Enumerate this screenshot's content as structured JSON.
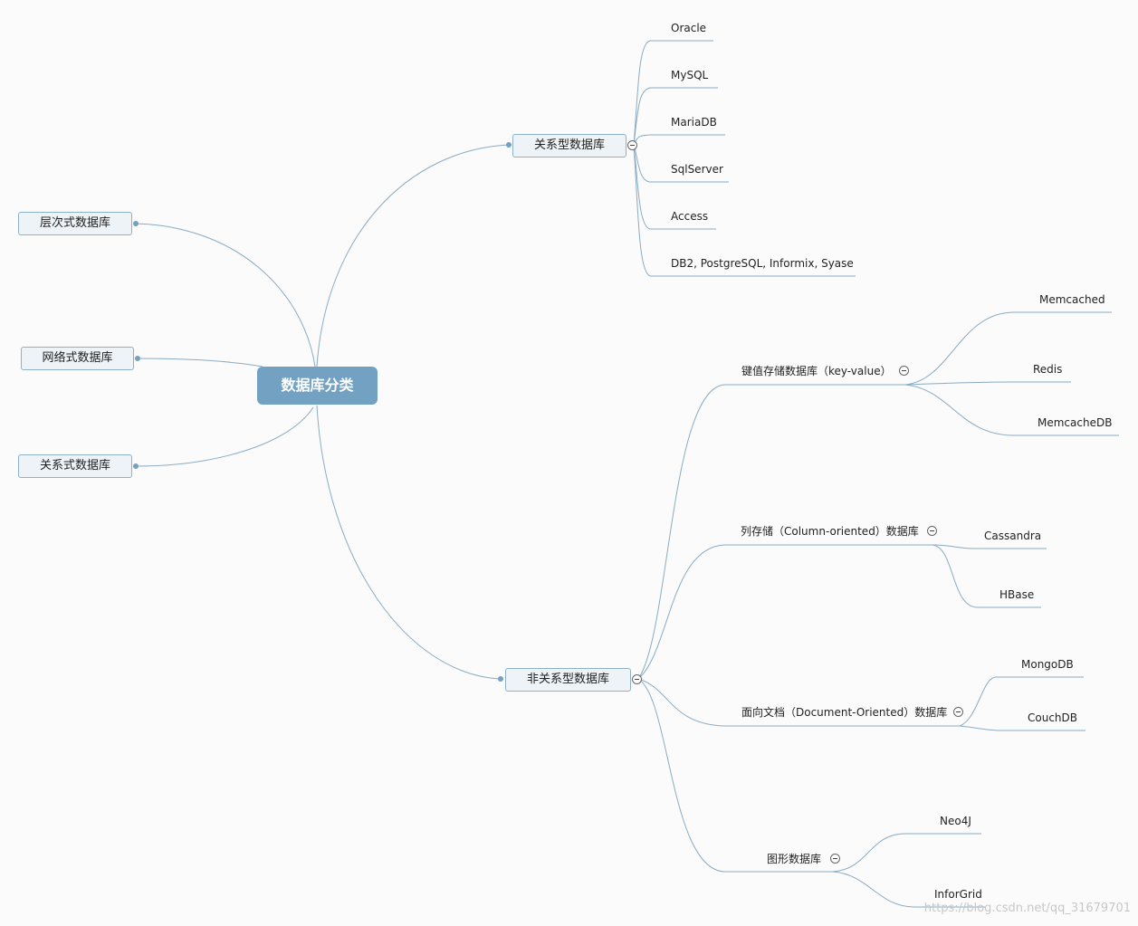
{
  "root": {
    "label": "数据库分类"
  },
  "left_nodes": [
    {
      "label": "层次式数据库"
    },
    {
      "label": "网络式数据库"
    },
    {
      "label": "关系式数据库"
    }
  ],
  "relational": {
    "label": "关系型数据库",
    "children": [
      "Oracle",
      "MySQL",
      "MariaDB",
      "SqlServer",
      "Access",
      "DB2, PostgreSQL, Informix, Syase"
    ]
  },
  "nonrelational": {
    "label": "非关系型数据库",
    "groups": [
      {
        "label": "键值存储数据库（key-value）",
        "children": [
          "Memcached",
          "Redis",
          "MemcacheDB"
        ]
      },
      {
        "label": "列存储（Column-oriented）数据库",
        "children": [
          "Cassandra",
          "HBase"
        ]
      },
      {
        "label": "面向文档（Document-Oriented）数据库",
        "children": [
          "MongoDB",
          "CouchDB"
        ]
      },
      {
        "label": "图形数据库",
        "children": [
          "Neo4J",
          "InforGrid"
        ]
      }
    ]
  },
  "watermark": "https://blog.csdn.net/qq_31679701",
  "colors": {
    "root_fill": "#73a1c2",
    "line": "#7fa3bf",
    "node_fill": "#eef3f7"
  }
}
